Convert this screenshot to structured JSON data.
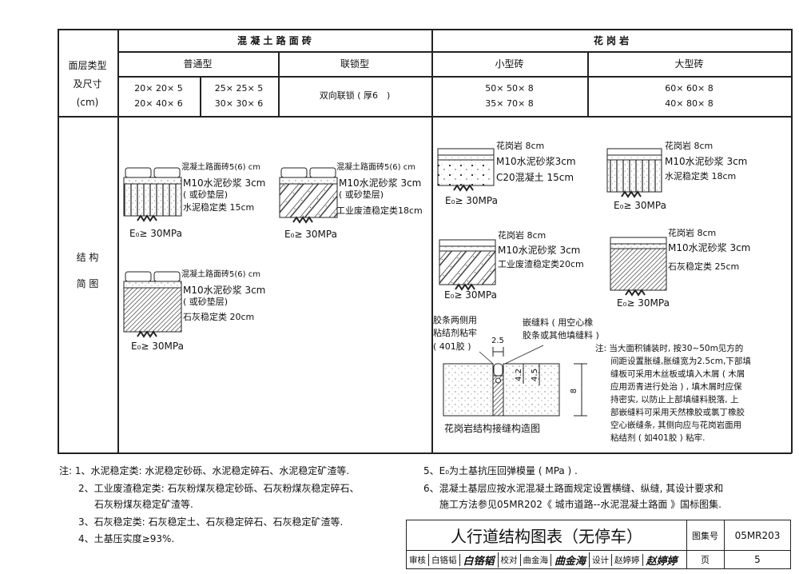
{
  "table": {
    "row_label_type": [
      "面层类型",
      "及尺寸",
      "(cm)"
    ],
    "row_label_structure": [
      "结 构",
      "简 图"
    ],
    "concrete": {
      "title": "混 凝 土 路 面 砖",
      "ordinary": {
        "label": "普通型",
        "sizes_a": [
          "20× 20× 5",
          "20× 40× 6"
        ],
        "sizes_b": [
          "25× 25× 5",
          "30× 30× 6"
        ]
      },
      "interlock": {
        "label": "联锁型",
        "size": "双向联锁 ( 厚6　)"
      }
    },
    "granite": {
      "title": "花 岗 岩",
      "small": {
        "label": "小型砖",
        "sizes": [
          "50× 50× 8",
          "35× 70× 8"
        ]
      },
      "large": {
        "label": "大型砖",
        "sizes": [
          "60× 60× 8",
          "40× 80× 8"
        ]
      }
    }
  },
  "diagrams": [
    {
      "layers": [
        "混凝土路面砖5(6) cm",
        "M10水泥砂浆  3cm",
        "( 或砂垫层)",
        "水泥稳定类     15cm"
      ],
      "e0": "E₀≥ 30MPa"
    },
    {
      "layers": [
        "混凝土路面砖5(6) cm",
        "M10水泥砂浆  3cm",
        "( 或砂垫层)",
        "工业废渣稳定类18cm"
      ],
      "e0": "E₀≥ 30MPa"
    },
    {
      "layers": [
        "混凝土路面砖5(6) cm",
        "M10水泥砂浆  3cm",
        "( 或砂垫层)",
        "石灰稳定类      20cm"
      ],
      "e0": "E₀≥ 30MPa"
    },
    {
      "layers": [
        "花岗岩           8cm",
        "M10水泥砂浆3cm",
        "C20混凝土  15cm"
      ],
      "e0": "E₀≥ 30MPa"
    },
    {
      "layers": [
        "花岗岩            8cm",
        "M10水泥砂浆  3cm",
        "水泥稳定类     18cm"
      ],
      "e0": "E₀≥ 30MPa"
    },
    {
      "layers": [
        "花岗岩           8cm",
        "M10水泥砂浆  3cm",
        "工业废渣稳定类20cm"
      ],
      "e0": "E₀≥ 30MPa"
    },
    {
      "layers": [
        "花岗岩            8cm",
        "M10水泥砂浆  3cm",
        "石灰稳定类      25cm"
      ],
      "e0": "E₀≥ 30MPa"
    }
  ],
  "joint": {
    "left_label": [
      "胶条两侧用",
      "粘结剂粘牢",
      "( 401胶 )"
    ],
    "right_label": [
      "嵌缝料 ( 用空心橡",
      "胶条或其他填缝料 )"
    ],
    "dim_width": "2.5",
    "dim_a": "4.2",
    "dim_b": "4.5",
    "dim_total": "8",
    "caption": "花岗岩结构接缝构造图",
    "note": [
      "注: 当大面积铺装时, 按30~50m见方的",
      "间距设置胀缝,胀缝宽为2.5cm,下部填",
      "缝板可采用木丝板或填入木屑 ( 木屑",
      "应用沥青进行处治 ) , 填木屑时应保",
      "持密实, 以防止上部填缝料脱落, 上",
      "部嵌缝料可采用天然橡胶或氯丁橡胶",
      "空心嵌缝条, 其侧向应与花岗岩面用",
      "粘结剂 ( 如401胶 ) 粘牢."
    ]
  },
  "notes": {
    "left": [
      "注: 1、水泥稳定类: 水泥稳定砂砾、水泥稳定碎石、水泥稳定矿渣等.",
      "2、工业废渣稳定类: 石灰粉煤灰稳定砂砾、石灰粉煤灰稳定碎石、",
      "石灰粉煤灰稳定矿渣等.",
      "3、石灰稳定类: 石灰稳定土、石灰稳定碎石、石灰稳定矿渣等.",
      "4、土基压实度≥93%."
    ],
    "right": [
      "5、E₀为土基抗压回弹模量 ( MPa ) .",
      "6、混凝土基层应按水泥混凝土路面规定设置横缝、纵缝, 其设计要求和",
      "施工方法参见05MR202《 城市道路--水泥混凝土路面 》国标图集."
    ]
  },
  "title_block": {
    "title": "人行道结构图表（无停车）",
    "atlas_label": "图集号",
    "atlas_no": "05MR203",
    "review_label": "审核",
    "reviewer": "白铬韬",
    "review_sign": "白铬韬",
    "check_label": "校对",
    "checker": "曲金海",
    "check_sign": "曲金海",
    "design_label": "设计",
    "designer": "赵婷婷",
    "design_sign": "赵婷婷",
    "page_label": "页",
    "page_no": "5"
  }
}
